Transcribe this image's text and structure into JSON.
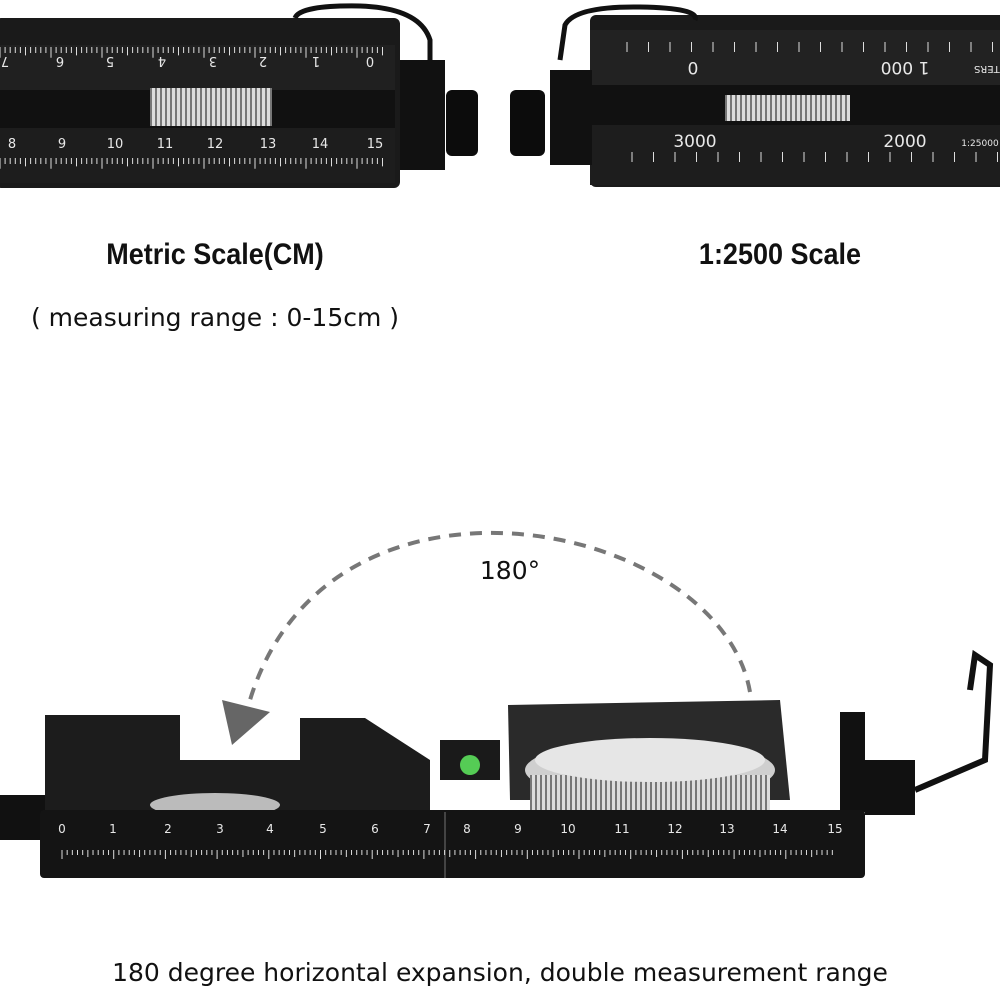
{
  "captions": {
    "metric_title": "Metric Scale(CM)",
    "metric_range": "( measuring range : 0-15cm )",
    "scale_title": "1:2500 Scale",
    "rotation": "180°",
    "bottom": "180 degree horizontal expansion, double measurement range"
  },
  "metric_device": {
    "upper_labels": [
      "7",
      "6",
      "5",
      "4",
      "3",
      "2",
      "1",
      "0"
    ],
    "lower_labels": [
      "8",
      "9",
      "10",
      "11",
      "12",
      "13",
      "14",
      "15"
    ]
  },
  "map_scale_device": {
    "upper_labels": [
      "0",
      "1 000"
    ],
    "unit_label": "ETERS",
    "lower_labels": [
      "3000",
      "2000"
    ],
    "ratio_label": "1:25000"
  },
  "expanded_device": {
    "ruler_labels": [
      "0",
      "1",
      "2",
      "3",
      "4",
      "5",
      "6",
      "7",
      "8",
      "9",
      "10",
      "11",
      "12",
      "13",
      "14",
      "15"
    ]
  },
  "colors": {
    "body": "#161616",
    "scale_text": "#e8e8e8",
    "arc": "#777777"
  }
}
